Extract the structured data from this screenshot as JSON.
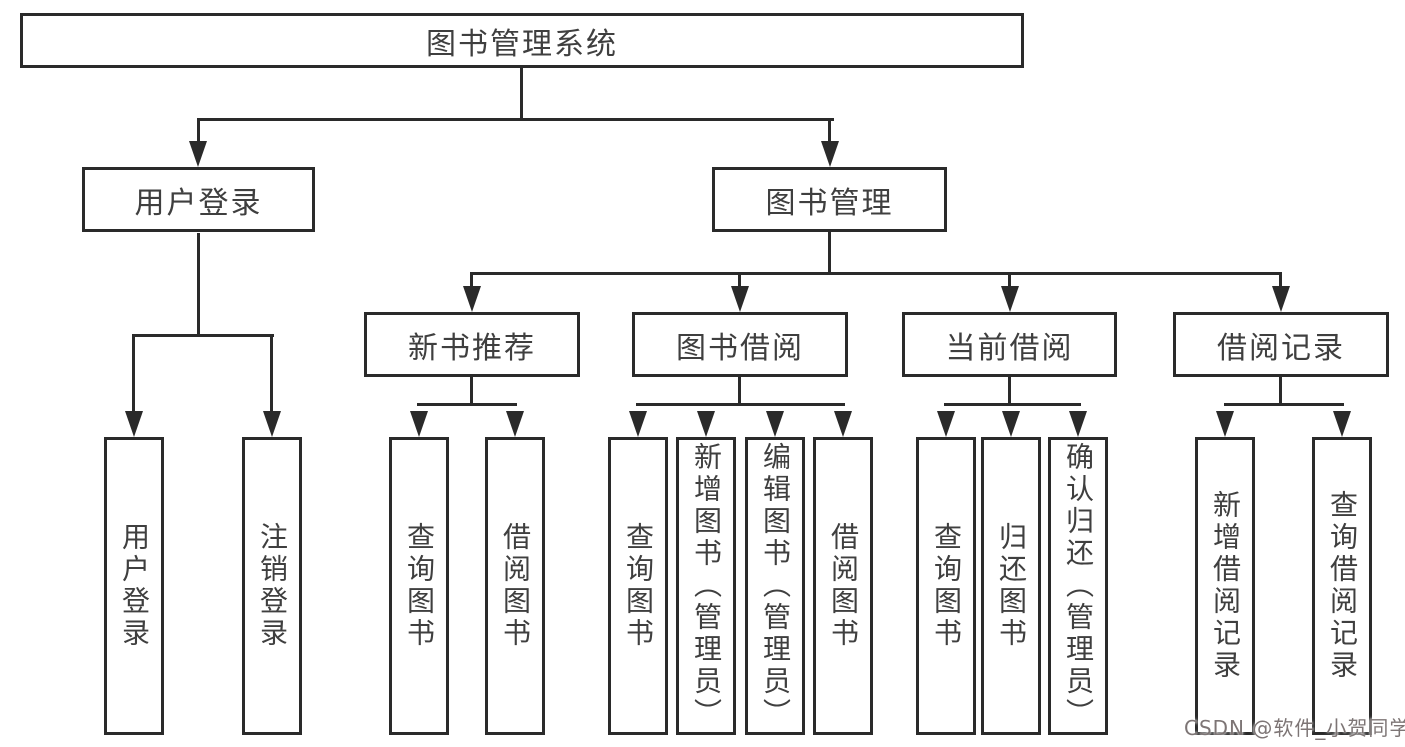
{
  "diagram": {
    "root_label": "图书管理系统",
    "level1": {
      "user_login": {
        "label": "用户登录",
        "children": {
          "login": "用户登录",
          "logout": "注销登录"
        }
      },
      "book_mgmt": {
        "label": "图书管理",
        "children": {
          "new_books": {
            "label": "新书推荐",
            "children": {
              "query_books": "查询图书",
              "borrow_books": "借阅图书"
            }
          },
          "book_borrow": {
            "label": "图书借阅",
            "children": {
              "query_books": "查询图书",
              "add_books": "新增图书（管理员）",
              "edit_books": "编辑图书（管理员）",
              "borrow_books": "借阅图书"
            }
          },
          "current_borrow": {
            "label": "当前借阅",
            "children": {
              "query_books": "查询图书",
              "return_books": "归还图书",
              "confirm_return": "确认归还（管理员）"
            }
          },
          "borrow_records": {
            "label": "借阅记录",
            "children": {
              "add_record": "新增借阅记录",
              "query_record": "查询借阅记录"
            }
          }
        }
      }
    }
  },
  "watermark": {
    "text": "CSDN @软件_小贺同学",
    "color": "#7d7575"
  },
  "colors": {
    "line": "#2a2a2a",
    "text": "#3f3f3f",
    "background": "#ffffff"
  }
}
